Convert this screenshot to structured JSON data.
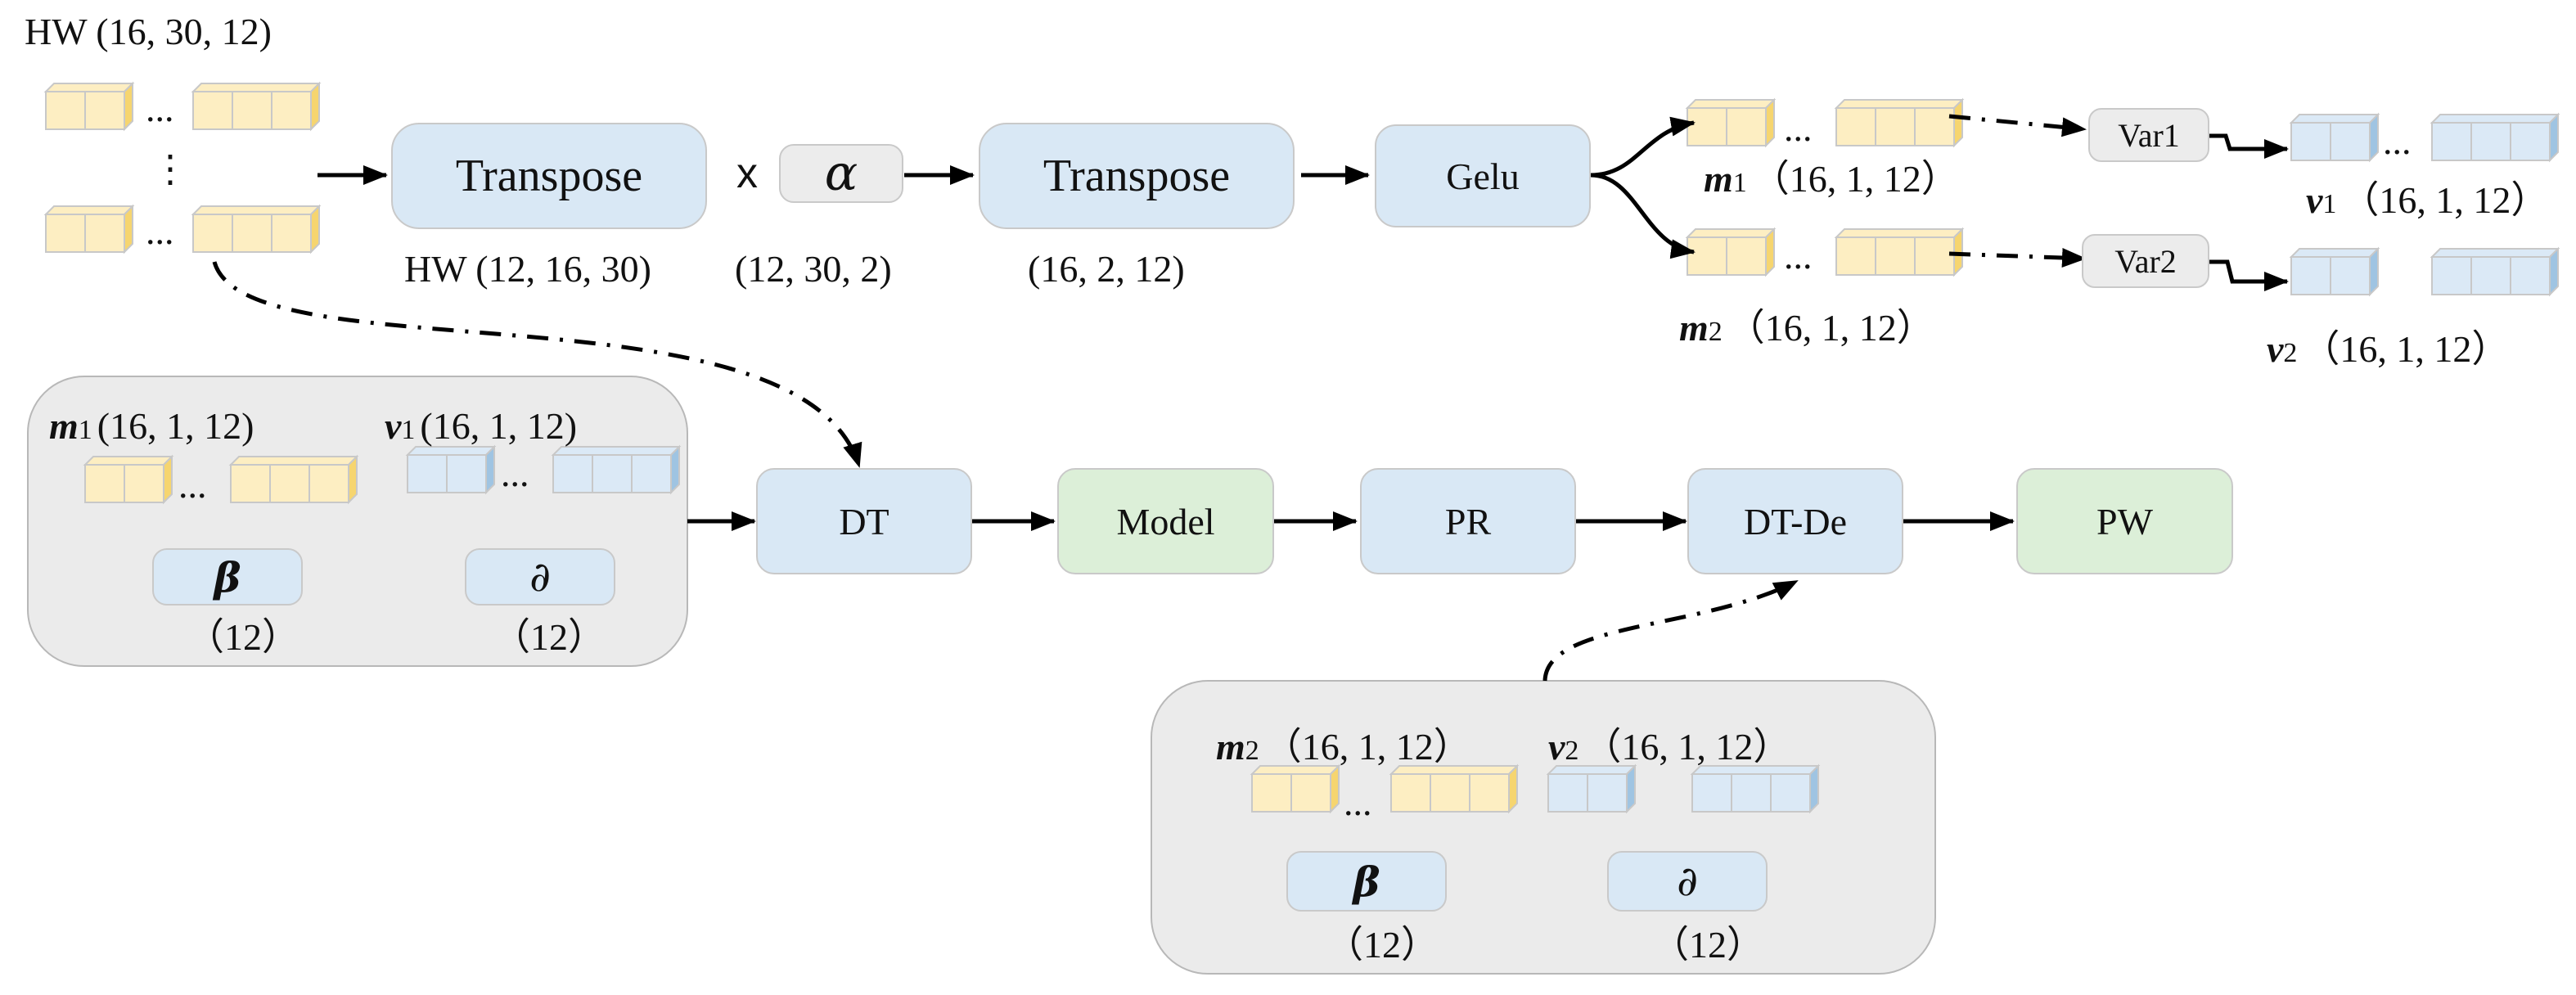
{
  "input": {
    "label": "HW (16,  30,  12)"
  },
  "top_nodes": {
    "transpose1": "Transpose",
    "multiply_sign": "x",
    "alpha_symbol": "α",
    "transpose2": "Transpose",
    "gelu": "Gelu",
    "var1": "Var1",
    "var2": "Var2"
  },
  "top_labels": {
    "transpose1_shape": "HW (12,  16,  30)",
    "alpha_shape": "(12,  30,  2)",
    "transpose2_shape": "(16,  2,  12)",
    "m1_var": "m",
    "m1_sub": "1",
    "m1_shape": "（16,  1,  12）",
    "m2_var": "m",
    "m2_sub": "2",
    "m2_shape": "（16,  1,  12）",
    "v1_var": "v",
    "v1_sub": "1",
    "v1_shape": "（16,  1,  12）",
    "v2_var": "v",
    "v2_sub": "2",
    "v2_shape": "（16,  1,  12）"
  },
  "pipeline": {
    "dt": "DT",
    "model": "Model",
    "pr": "PR",
    "dt_de": "DT-De",
    "pw": "PW"
  },
  "panel_left": {
    "m_var": "m",
    "m_sub": "1",
    "m_shape": "(16,  1,  12)",
    "v_var": "v",
    "v_sub": "1",
    "v_shape": "(16,  1,  12)",
    "beta": "β",
    "beta_shape": "（12）",
    "partial": "∂",
    "partial_shape": "（12）"
  },
  "panel_bottom": {
    "m_var": "m",
    "m_sub": "2",
    "m_shape": "（16,  1,  12）",
    "v_var": "v",
    "v_sub": "2",
    "v_shape": "（16,  1,  12）",
    "beta": "β",
    "beta_shape": "（12）",
    "partial": "∂",
    "partial_shape": "（12）"
  },
  "glyphs": {
    "ellipsis": "...",
    "vdots": "⋮"
  },
  "colors": {
    "yellow_cell": "#fdeec2",
    "yellow_side": "#f6d56f",
    "blue_cell": "#dbe9f6",
    "blue_side": "#9fc4e2",
    "blue_node": "#d9e8f5",
    "green_node": "#dcefd8",
    "gray_node": "#ececec"
  }
}
